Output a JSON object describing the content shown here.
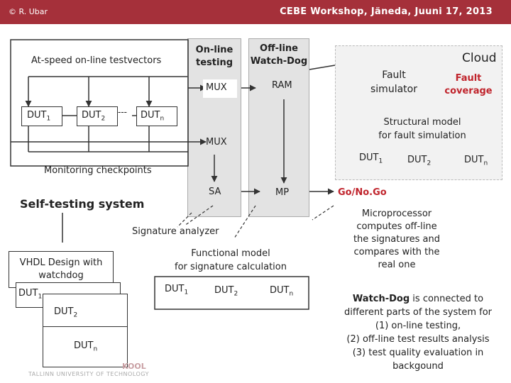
{
  "header": {
    "copyright": "© R. Ubar",
    "title": "CEBE Workshop, Jäneda, Juuni 17, 2013"
  },
  "left_block": {
    "testvectors": "At-speed on-line testvectors",
    "dut1": "DUT",
    "dut1_sub": "1",
    "dut2": "DUT",
    "dut2_sub": "2",
    "dots": "---",
    "dutn": "DUT",
    "dutn_sub": "n",
    "monitoring": "Monitoring checkpoints",
    "self_testing": "Self-testing system"
  },
  "center": {
    "online_1": "On-line",
    "online_2": "testing",
    "offline_1": "Off-line",
    "offline_2": "Watch-Dog",
    "mux1": "MUX",
    "ram": "RAM",
    "mux2": "MUX",
    "sa": "SA",
    "mp": "MP",
    "signature_analyzer": "Signature analyzer"
  },
  "cloud": {
    "title": "Cloud",
    "fault_sim_1": "Fault",
    "fault_sim_2": "simulator",
    "coverage_1": "Fault",
    "coverage_2": "coverage",
    "structural_1": "Structural model",
    "structural_2": "for fault simulation",
    "dut1": "DUT",
    "dut1_sub": "1",
    "dut2": "DUT",
    "dut2_sub": "2",
    "dutn": "DUT",
    "dutn_sub": "n"
  },
  "go_nogo": "Go/No.Go",
  "microprocessor_text": [
    "Microprocessor",
    "computes off-line",
    "the signatures and",
    "compares with the",
    "real one"
  ],
  "vhdl": {
    "line1": "VHDL Design with",
    "line2": "watchdog",
    "dut1": "DUT",
    "dut1_sub": "1",
    "dut2": "DUT",
    "dut2_sub": "2",
    "dutn": "DUT",
    "dutn_sub": "n"
  },
  "functional": {
    "line1": "Functional model",
    "line2": "for signature calculation",
    "dut1": "DUT",
    "dut1_sub": "1",
    "dut2": "DUT",
    "dut2_sub": "2",
    "dutn": "DUT",
    "dutn_sub": "n"
  },
  "watchdog_note": {
    "bold": "Watch-Dog",
    "rest": " is connected to",
    "lines": [
      "different parts of the system for",
      "(1) on-line testing,",
      "(2) off-line test results analysis",
      "(3) test quality evaluation in",
      "backgound"
    ]
  },
  "logo": {
    "kool": "KOOL",
    "university": "TALLINN UNIVERSITY OF TECHNOLOGY"
  },
  "colors": {
    "header": "#a5303a",
    "red_text": "#c0242c"
  }
}
